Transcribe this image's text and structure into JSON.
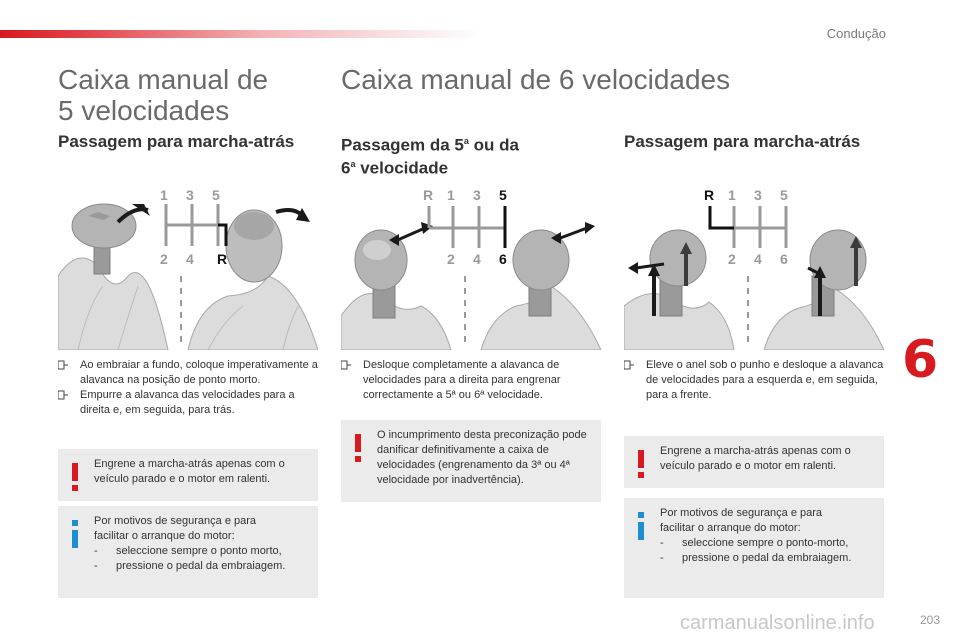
{
  "header": {
    "section_label": "Condução",
    "accent_color": "#d71920"
  },
  "left": {
    "title_line1": "Caixa manual de",
    "title_line2": "5 velocidades",
    "subtitle": "Passagem para marcha-atrás",
    "diagram_labels": {
      "top": [
        "1",
        "3",
        "5"
      ],
      "bottom": [
        "2",
        "4",
        "R"
      ]
    },
    "bullets": [
      "Ao embraiar a fundo, coloque imperativamente a alavanca na posição de ponto morto.",
      "Empurre a alavanca das velocidades para a direita e, em seguida, para trás."
    ],
    "warning_note": "Engrene a marcha-atrás apenas com o veículo parado e o motor em ralenti.",
    "info_note": {
      "intro_line1": "Por motivos de segurança e para",
      "intro_line2": "facilitar o arranque do motor:",
      "items": [
        "seleccione sempre o ponto morto,",
        "pressione o pedal da embraiagem."
      ]
    }
  },
  "right": {
    "title": "Caixa manual de 6 velocidades",
    "middle": {
      "subtitle_line1": "Passagem da 5",
      "subtitle_line1_sup": "a",
      "subtitle_line1_end": " ou da",
      "subtitle_line2": "6",
      "subtitle_line2_sup": "a",
      "subtitle_line2_end": " velocidade",
      "diagram_labels": {
        "top": [
          "R",
          "1",
          "3",
          "5"
        ],
        "bottom": [
          "2",
          "4",
          "6"
        ]
      },
      "bullets": [
        "Desloque completamente a alavanca de velocidades para a direita para engrenar correctamente a 5ª ou 6ª velocidade."
      ],
      "warning_note": "O incumprimento desta preconização pode danificar definitivamente a caixa de velocidades (engrenamento da 3ª ou 4ª velocidade por inadvertência)."
    },
    "far": {
      "subtitle": "Passagem para marcha-atrás",
      "diagram_labels": {
        "top": [
          "R",
          "1",
          "3",
          "5"
        ],
        "bottom": [
          "2",
          "4",
          "6"
        ]
      },
      "bullets": [
        "Eleve o anel sob o punho e desloque a alavanca de velocidades para a esquerda e, em seguida, para a frente."
      ],
      "warning_note": "Engrene a marcha-atrás apenas com o veículo parado e o motor em ralenti.",
      "info_note": {
        "intro_line1": "Por motivos de segurança e para",
        "intro_line2": "facilitar o arranque do motor:",
        "items": [
          "seleccione sempre o ponto-morto,",
          "pressione o pedal da embraiagem."
        ]
      }
    }
  },
  "chapter_number": "6",
  "page_number": "203",
  "watermark": "carmanualsonline.info"
}
